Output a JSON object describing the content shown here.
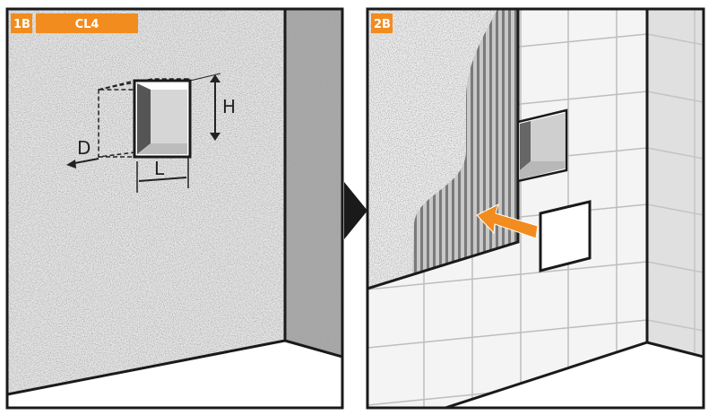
{
  "panels": [
    {
      "step_label": "1B",
      "product_label": "CL4",
      "dimensions": {
        "height": "H",
        "length": "L",
        "depth": "D"
      }
    },
    {
      "step_label": "2B"
    }
  ],
  "colors": {
    "accent": "#f28c1e",
    "outline": "#1a1a1a",
    "wall_side": "#9a9a9a",
    "tile_grout": "#bdbdbd"
  },
  "icons": {
    "next_step": "triangle-right-icon",
    "insert_direction": "arrow-left-icon"
  }
}
